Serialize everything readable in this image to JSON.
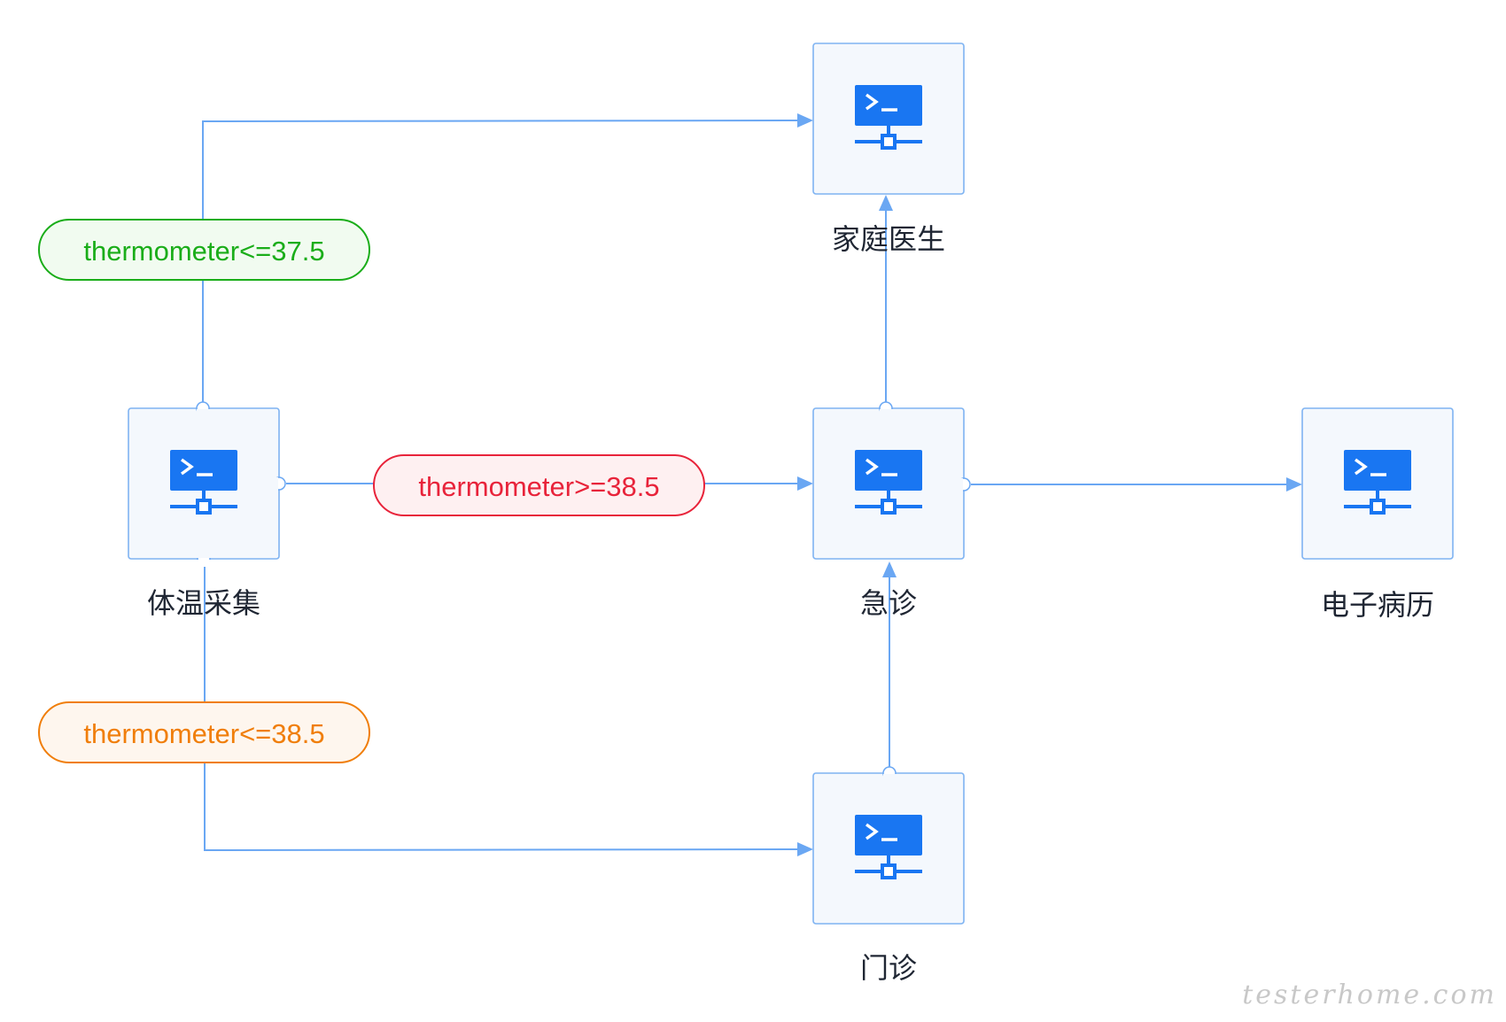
{
  "nodes": {
    "temperature": {
      "label": "体温采集",
      "icon": "terminal-network-icon"
    },
    "family_doctor": {
      "label": "家庭医生",
      "icon": "terminal-network-icon"
    },
    "emergency": {
      "label": "急诊",
      "icon": "terminal-network-icon"
    },
    "emr": {
      "label": "电子病历",
      "icon": "terminal-network-icon"
    },
    "outpatient": {
      "label": "门诊",
      "icon": "terminal-network-icon"
    }
  },
  "edges": {
    "to_family": {
      "from": "体温采集",
      "to": "家庭医生",
      "condition": "thermometer<=37.5",
      "color": "#1aad19",
      "fill": "#f1fbf0"
    },
    "to_emergency": {
      "from": "体温采集",
      "to": "急诊",
      "condition": "thermometer>=38.5",
      "color": "#e8233a",
      "fill": "#fef0f1"
    },
    "to_outpatient": {
      "from": "体温采集",
      "to": "门诊",
      "condition": "thermometer<=38.5",
      "color": "#f07e0a",
      "fill": "#fef6ee"
    },
    "emergency_to_family": {
      "from": "急诊",
      "to": "家庭医生"
    },
    "emergency_to_emr": {
      "from": "急诊",
      "to": "电子病历"
    },
    "outpatient_to_emergency": {
      "from": "门诊",
      "to": "急诊"
    }
  },
  "colors": {
    "edge": "#6aa7f3",
    "node_border": "#7eb3f2",
    "node_fill": "#f4f8fd",
    "icon": "#1976f2"
  },
  "watermark": "testerhome.com"
}
